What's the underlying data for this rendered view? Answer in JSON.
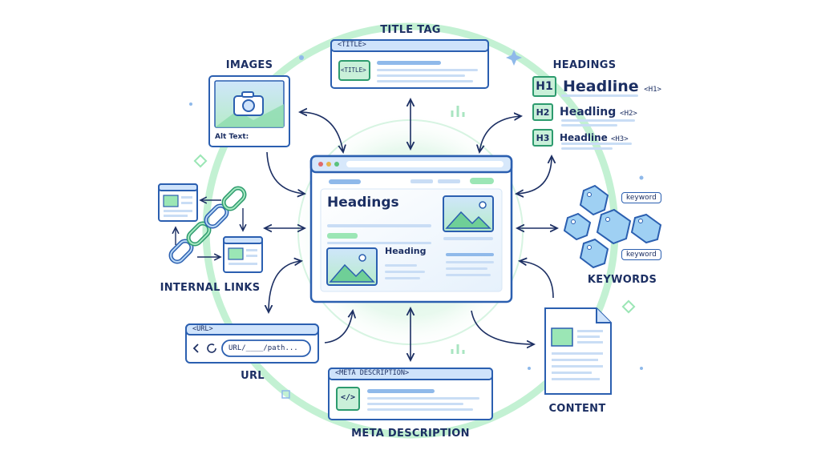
{
  "labels": {
    "title_tag": "TITLE TAG",
    "images": "IMAGES",
    "headings": "HEADINGS",
    "internal_links": "INTERNAL LINKS",
    "keywords": "KEYWORDS",
    "url": "URL",
    "content": "CONTENT",
    "meta_description": "META DESCRIPTION"
  },
  "title_card": {
    "header": "<TITLE>",
    "badge": "<TITLE>"
  },
  "images_card": {
    "alt_text": "Alt Text:"
  },
  "headings_list": [
    {
      "badge": "H1",
      "text": "Headline",
      "tag": "<H1>"
    },
    {
      "badge": "H2",
      "text": "Headling",
      "tag": "<H2>"
    },
    {
      "badge": "H3",
      "text": "Headline",
      "tag": "<H3>"
    }
  ],
  "keywords": [
    "keyword",
    "keyword"
  ],
  "url_card": {
    "header": "<URL>",
    "address": "URL/____/path..."
  },
  "meta_card": {
    "header": "<META DESCRIPTION>",
    "code": "</>"
  },
  "browser": {
    "heading": "Headings",
    "subheading": "Heading"
  },
  "colors": {
    "navy": "#1c2f63",
    "blue": "#2b5fb0",
    "light_blue": "#cfe3fb",
    "green": "#9be6b5",
    "teal": "#2d9b6e"
  },
  "icons": [
    "image-icon",
    "camera-icon",
    "chain-link-icon",
    "back-chevron-icon",
    "reload-icon",
    "code-icon",
    "tag-icon",
    "document-icon",
    "sparkle-icon"
  ]
}
